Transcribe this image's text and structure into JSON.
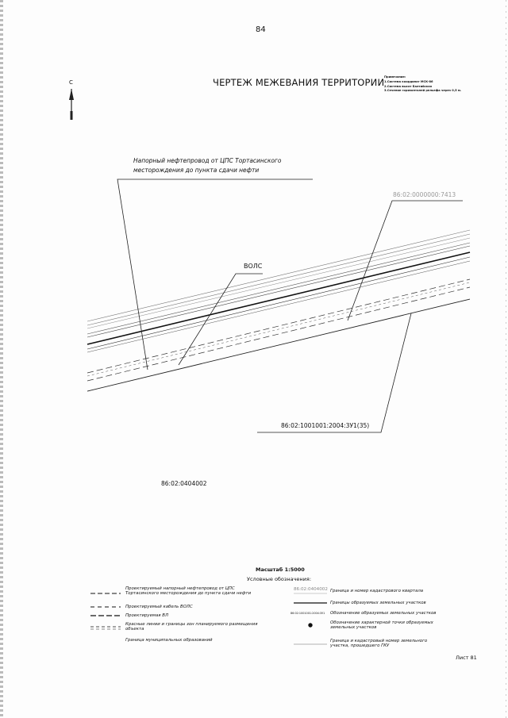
{
  "page_number": "84",
  "title": "ЧЕРТЕЖ МЕЖЕВАНИЯ ТЕРРИТОРИИ",
  "north_letter": "С",
  "notes": {
    "heading": "Примечание:",
    "lines": [
      "1.Система координат МСК-86",
      "2.Система высот Балтийская",
      "3.Сечение горизонталей рельефа через 0,5 м."
    ]
  },
  "map": {
    "pipeline_label": [
      "Напорный нефтепровод от ЦПС Тортасинского",
      "месторождения до пункта сдачи нефти"
    ],
    "cadastral_top": "86:02:0000000:7413",
    "vols_label": "ВОЛС",
    "cadastral_bottom": "86:02:1001001:2004:3У1(35)",
    "municipality": "86:02:0404002"
  },
  "legend": {
    "scale": "Масштаб 1:5000",
    "title": "Условные обозначения:",
    "left": [
      [
        "Проектируемый напорный нефтепровод от ЦПС",
        "Тортасинского месторождения до пункта сдачи нефти"
      ],
      [
        "Проектируемый кабель ВОЛС"
      ],
      [
        "Проектируемая ВЛ"
      ],
      [
        "Красные линии и границы зон планируемого размещения",
        "объекта"
      ],
      [
        "Граница муниципальных образований"
      ]
    ],
    "right": [
      {
        "symbol": "86:02:0404002",
        "text": [
          "Граница и номер кадастрового квартала"
        ]
      },
      {
        "symbol": "",
        "text": [
          "Границы образуемых земельных участков"
        ]
      },
      {
        "symbol": "86:02:1001001:2004:3У1",
        "text": [
          "Обозначение образуемых земельных участков"
        ]
      },
      {
        "symbol": "",
        "text": [
          "Обозначение характерной точки образуемых",
          "земельных участков"
        ]
      },
      {
        "symbol": "",
        "text": [
          "Граница и кадастровый номер земельного",
          "участка, прошедшего ГКУ"
        ]
      }
    ]
  },
  "sheet": "Лист 81"
}
